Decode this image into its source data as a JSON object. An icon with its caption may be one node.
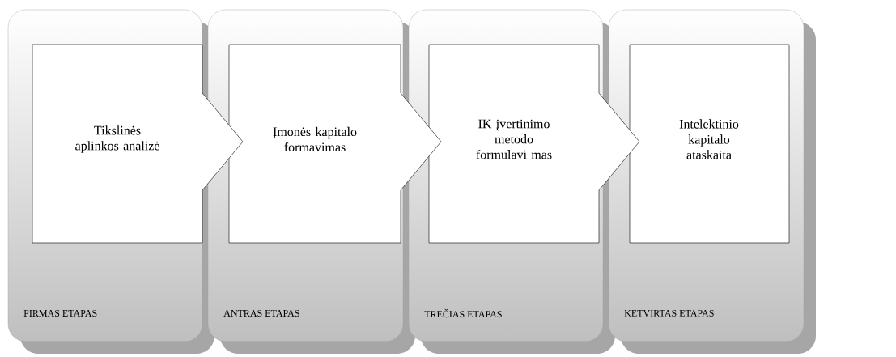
{
  "diagram": {
    "nodes": [
      {
        "text": [
          "PIRMAS ETAPAS"
        ]
      },
      {
        "text": [
          "Tikslinės aplinkos analizė"
        ]
      },
      {
        "text": [
          "ANTRAS ETAPAS"
        ]
      },
      {
        "text": [
          "Įmonės kapitalo formavimas"
        ]
      },
      {
        "text": [
          "TREČIAS ETAPAS"
        ]
      },
      {
        "text": [
          "IK įvertinimo metodo formulavi mas"
        ]
      },
      {
        "text": [
          "KETVIRTAS ETAPAS"
        ]
      },
      {
        "text": [
          "Intelektinio kapitalo ataskaita"
        ],
        "in": 6
      }
    ]
  }
}
